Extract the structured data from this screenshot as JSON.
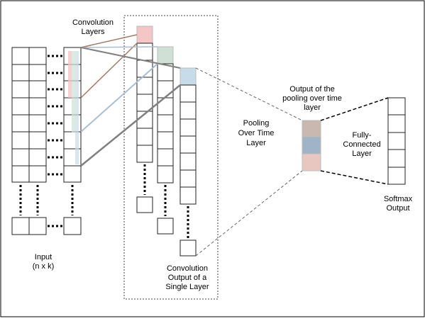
{
  "labels": {
    "convolution_layers": [
      "Convolution",
      "Layers"
    ],
    "input": [
      "Input",
      "(n x k)"
    ],
    "conv_output": [
      "Convolution",
      "Output of a",
      "Single Layer"
    ],
    "pooling": [
      "Pooling",
      "Over Time",
      "Layer"
    ],
    "pooling_output": [
      "Output of the",
      "pooling over time",
      "layer"
    ],
    "fully_connected": [
      "Fully-",
      "Connected",
      "Layer"
    ],
    "softmax": [
      "Softmax",
      "Output"
    ]
  },
  "colors": {
    "filter_red": "#f4c6c6",
    "filter_green": "#cfe1d4",
    "filter_blue": "#c7dbe9",
    "pool_brown": "#c9b8ae",
    "pool_blue": "#9fb4c6",
    "pool_pink": "#e8c7c0",
    "line_gray": "#808080",
    "line_blue": "#a9bed6",
    "line_brown": "#a57a68"
  }
}
